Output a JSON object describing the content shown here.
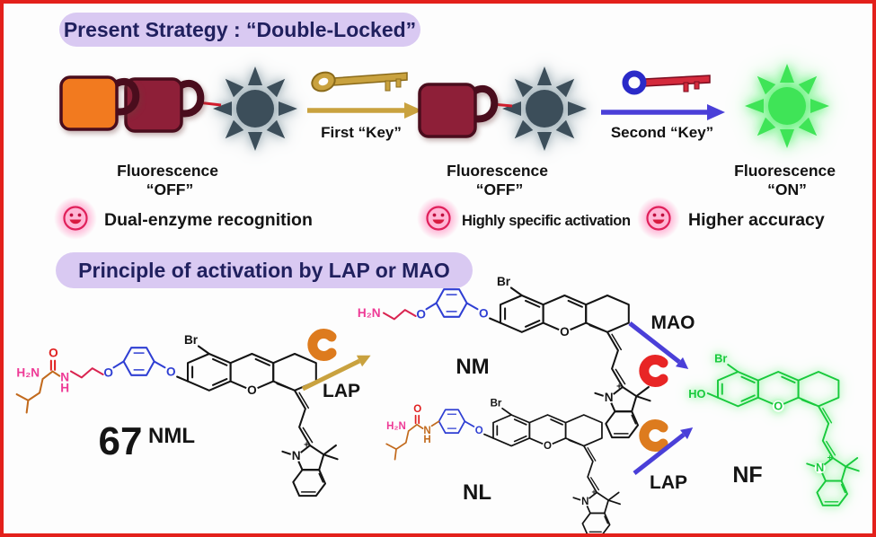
{
  "palette": {
    "border_red": "#e3201b",
    "pill_lavender": "#d9c9f2",
    "title_text": "#20205e",
    "lock_orange": "#f27a1f",
    "lock_maroon": "#8e1f38",
    "lock_outline": "#4a0d1d",
    "sun_off": "#3c4e5a",
    "sun_on_green": "#3fe457",
    "key_gold": "#c9a23f",
    "key_blue": "#2a2ac8",
    "key_red": "#d42a3c",
    "arrow_gold": "#c9a23f",
    "arrow_blue_violet": "#4a3fd8",
    "smiley_pink": "#ff9ec9",
    "enzyme_orange": "#dd7b1e",
    "enzyme_red": "#e82525",
    "chem_orange": "#c26a1d",
    "chem_magenta": "#ee3a96",
    "chem_blue": "#2f3fd3",
    "chem_green": "#18c93c"
  },
  "strategy": {
    "title": "Present Strategy : “Double-Locked”",
    "state1": {
      "line1": "Fluorescence",
      "line2": "“OFF”"
    },
    "state2": {
      "line1": "Fluorescence",
      "line2": "“OFF”"
    },
    "state3": {
      "line1": "Fluorescence",
      "line2": "“ON”"
    },
    "key1_label": "First “Key”",
    "key2_label": "Second “Key”"
  },
  "benefits": {
    "b1": "Dual-enzyme recognition",
    "b2": "Highly specific activation",
    "b3": "Higher accuracy"
  },
  "principle": {
    "title": "Principle of activation by LAP or MAO",
    "compound_number": "67",
    "nml": "NML",
    "nm": "NM",
    "nl": "NL",
    "nf": "NF",
    "lap_mid": "LAP",
    "mao": "MAO",
    "lap_right": "LAP"
  },
  "atoms": {
    "br": "Br",
    "ho": "HO",
    "h2n": "H₂N",
    "o": "O",
    "n": "N",
    "h": "H",
    "plus": "+"
  }
}
